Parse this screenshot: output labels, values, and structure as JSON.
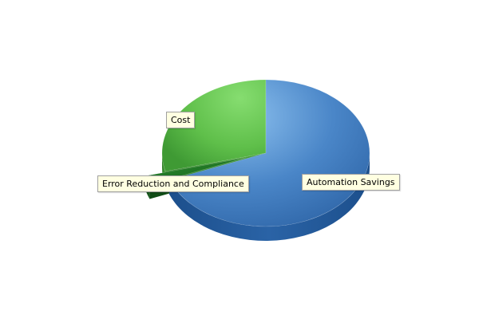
{
  "chart_data": {
    "type": "pie",
    "title": "",
    "slices": [
      {
        "label": "Automation Savings",
        "value": 69.0,
        "color": "#4a86c8"
      },
      {
        "label": "Error Reduction and Compliance",
        "value": 2.0,
        "color": "#1f7a26"
      },
      {
        "label": "Cost",
        "value": 29.0,
        "color": "#5fbf4a"
      }
    ],
    "three_d": true,
    "legend": "none"
  }
}
